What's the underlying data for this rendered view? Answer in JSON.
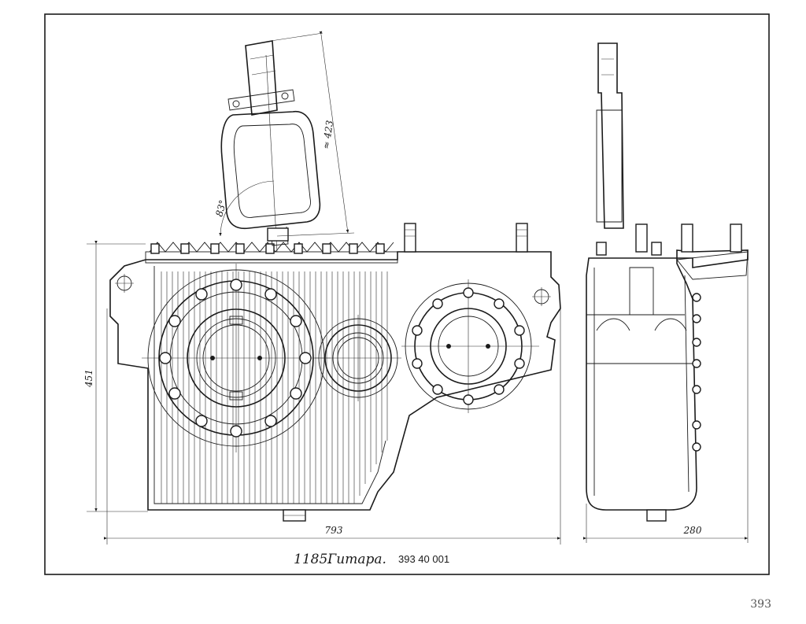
{
  "figure": {
    "caption_number": "1185.",
    "caption_title": "Гитара.",
    "part_code": "393 40 001"
  },
  "dimensions": {
    "height_main": "451",
    "length_lever": "≈ 423",
    "angle_lever": "83°",
    "width_front": "793",
    "width_side": "280"
  },
  "page": {
    "number": "393"
  }
}
